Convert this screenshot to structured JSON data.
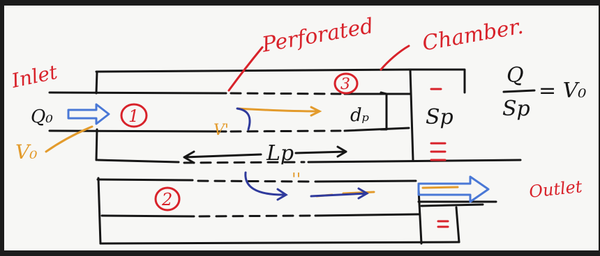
{
  "labels": {
    "inlet": "Inlet",
    "perforated": "Perforated",
    "chamber": "Chamber.",
    "outlet": "Outlet",
    "q0": "Q₀",
    "v0": "V₀",
    "v_prime": "V'",
    "lp": "Lp",
    "dp": "dₚ",
    "sp": "Sp",
    "region1": "1",
    "region2": "2",
    "region3": "3",
    "formula_num": "Q",
    "formula_den": "Sp",
    "formula_rhs": "= V₀",
    "dots": "''"
  },
  "colors": {
    "ink": "#161616",
    "red": "#d8222a",
    "orange": "#e39b2c",
    "blue": "#2f3a9c",
    "light_blue": "#4a78d6",
    "board": "#f7f7f5"
  }
}
